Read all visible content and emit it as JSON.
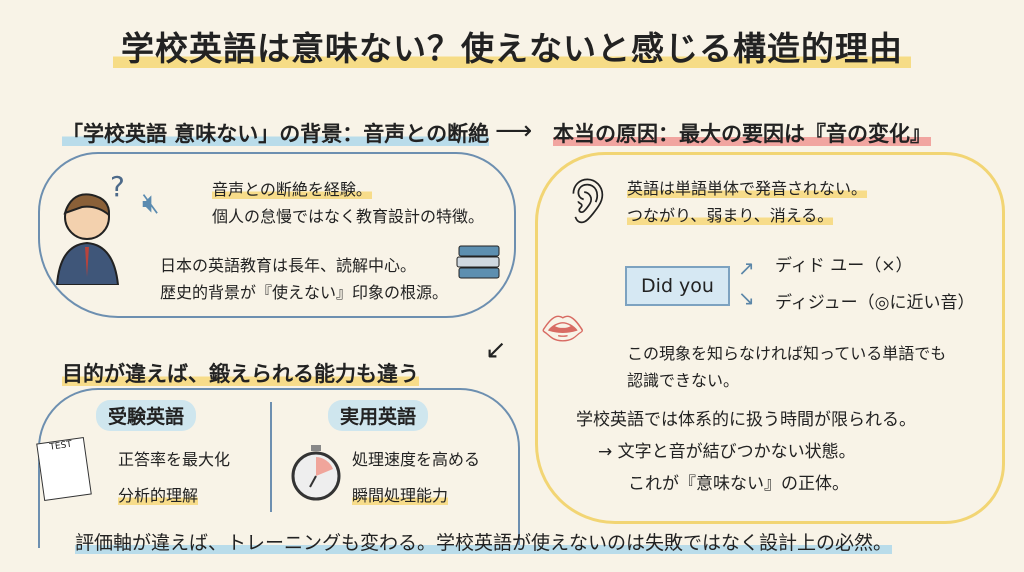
{
  "title": "学校英語は意味ない？使えないと感じる構造的理由",
  "section1": {
    "heading": "「学校英語 意味ない」の背景：音声との断絶",
    "line1": "音声との断絶を経験。",
    "line2": "個人の怠慢ではなく教育設計の特徴。",
    "line3": "日本の英語教育は長年、読解中心。",
    "line4": "歴史的背景が『使えない』印象の根源。"
  },
  "section2": {
    "heading": "本当の原因：最大の要因は『音の変化』",
    "line1": "英語は単語単体で発音されない。",
    "line2": "つながり、弱まり、消える。",
    "example": "Did you",
    "wrong": "ディド ユー（×）",
    "right": "ディジュー（◎に近い音）",
    "line3": "この現象を知らなければ知っている単語でも",
    "line4": "認識できない。",
    "line5": "学校英語では体系的に扱う時間が限られる。",
    "line6": "→ 文字と音が結びつかない状態。",
    "line7": "これが『意味ない』の正体。"
  },
  "section3": {
    "heading": "目的が違えば、鍛えられる能力も違う",
    "left": {
      "label": "受験英語",
      "item1": "正答率を最大化",
      "item2": "分析的理解",
      "icon_text": "TEST"
    },
    "right": {
      "label": "実用英語",
      "item1": "処理速度を高める",
      "item2": "瞬間処理能力"
    }
  },
  "footer": "評価軸が違えば、トレーニングも変わる。学校英語が使えないのは失敗ではなく設計上の必然。",
  "colors": {
    "background": "#f8f3e7",
    "blue": "#6d8fb0",
    "yellow": "#f2d574",
    "red": "#e57f7a"
  }
}
